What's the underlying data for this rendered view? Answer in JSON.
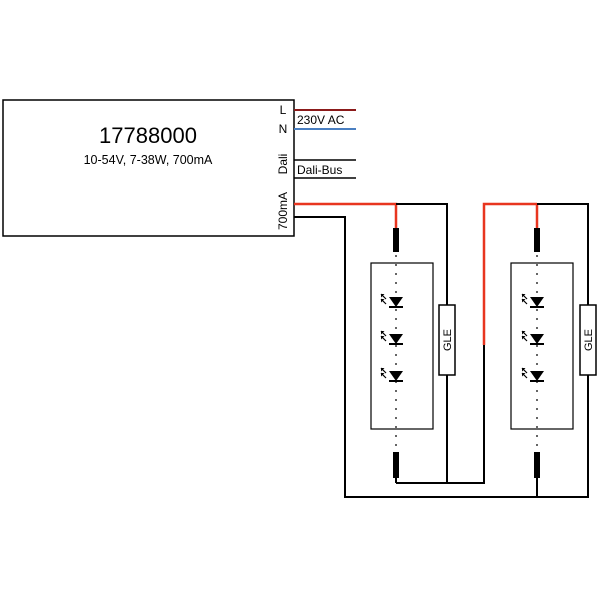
{
  "driver": {
    "article_number": "17788000",
    "specs": "10-54V, 7-38W, 700mA",
    "terminals": {
      "l": "L",
      "n": "N",
      "dali": "Dali",
      "output": "700mA"
    }
  },
  "wires": {
    "mains_label": "230V AC",
    "bus_label": "Dali-Bus"
  },
  "modules": [
    {
      "protector_label": "GLE",
      "led_count": 3
    },
    {
      "protector_label": "GLE",
      "led_count": 3
    }
  ],
  "colors": {
    "line": "#000000",
    "live": "#8b1a1a",
    "neutral": "#4a7fc1",
    "positive": "#e8351f"
  }
}
